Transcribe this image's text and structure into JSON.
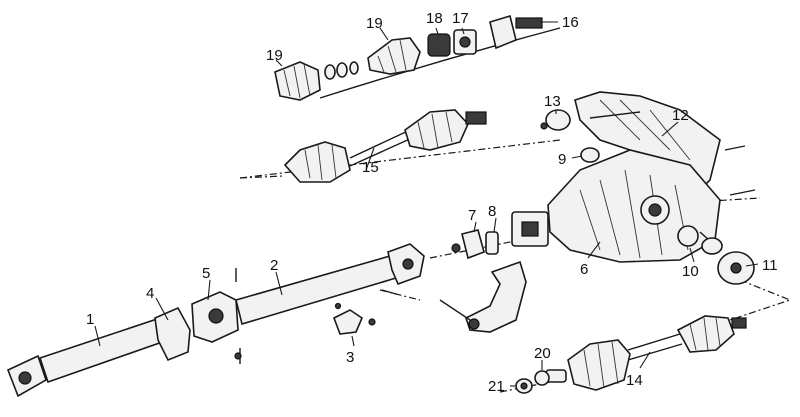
{
  "callouts": [
    {
      "id": "c1",
      "text": "1"
    },
    {
      "id": "c2",
      "text": "2"
    },
    {
      "id": "c3",
      "text": "3"
    },
    {
      "id": "c4",
      "text": "4"
    },
    {
      "id": "c5",
      "text": "5"
    },
    {
      "id": "c6",
      "text": "6"
    },
    {
      "id": "c7",
      "text": "7"
    },
    {
      "id": "c8",
      "text": "8"
    },
    {
      "id": "c9",
      "text": "9"
    },
    {
      "id": "c10",
      "text": "10"
    },
    {
      "id": "c11",
      "text": "11"
    },
    {
      "id": "c12",
      "text": "12"
    },
    {
      "id": "c13",
      "text": "13"
    },
    {
      "id": "c14",
      "text": "14"
    },
    {
      "id": "c15",
      "text": "15"
    },
    {
      "id": "c16",
      "text": "16"
    },
    {
      "id": "c17",
      "text": "17"
    },
    {
      "id": "c18",
      "text": "18"
    },
    {
      "id": "c19a",
      "text": "19"
    },
    {
      "id": "c19b",
      "text": "19"
    },
    {
      "id": "c20",
      "text": "20"
    },
    {
      "id": "c21",
      "text": "21"
    }
  ]
}
